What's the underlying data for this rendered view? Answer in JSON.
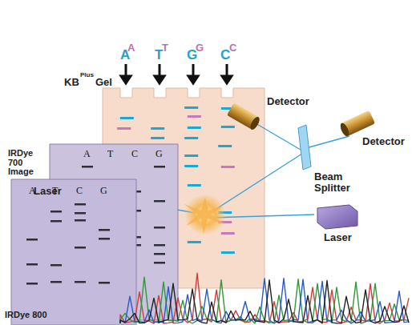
{
  "diagram": {
    "labels": [
      "A",
      "A",
      "T",
      "T",
      "G",
      "G",
      "C",
      "C",
      "KB",
      "Plus",
      "Gel",
      "Detector",
      "Detector",
      "Beam Splitter",
      "Laser",
      "Laser",
      "IRDye 700 Image",
      "A",
      "T",
      "C",
      "G",
      "A",
      "T",
      "C",
      "G",
      "IRDye 800"
    ]
  }
}
